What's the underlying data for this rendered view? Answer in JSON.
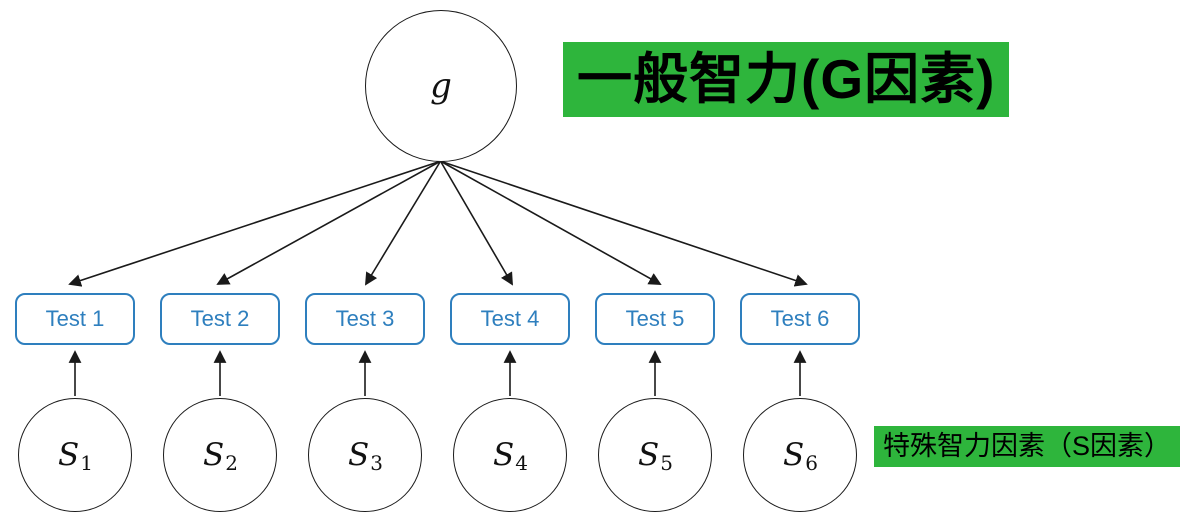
{
  "diagram": {
    "g_factor": {
      "label": "g",
      "annotation": "一般智力(G因素)"
    },
    "tests": [
      {
        "label": "Test 1"
      },
      {
        "label": "Test 2"
      },
      {
        "label": "Test 3"
      },
      {
        "label": "Test 4"
      },
      {
        "label": "Test 5"
      },
      {
        "label": "Test 6"
      }
    ],
    "s_factors": [
      {
        "base": "S",
        "sub": "1"
      },
      {
        "base": "S",
        "sub": "2"
      },
      {
        "base": "S",
        "sub": "3"
      },
      {
        "base": "S",
        "sub": "4"
      },
      {
        "base": "S",
        "sub": "5"
      },
      {
        "base": "S",
        "sub": "6"
      }
    ],
    "s_annotation": "特殊智力因素（S因素）",
    "colors": {
      "box_blue": "#2e7fbe",
      "highlight_green": "#2eb53c",
      "arrow_black": "#1a1a1a"
    }
  }
}
